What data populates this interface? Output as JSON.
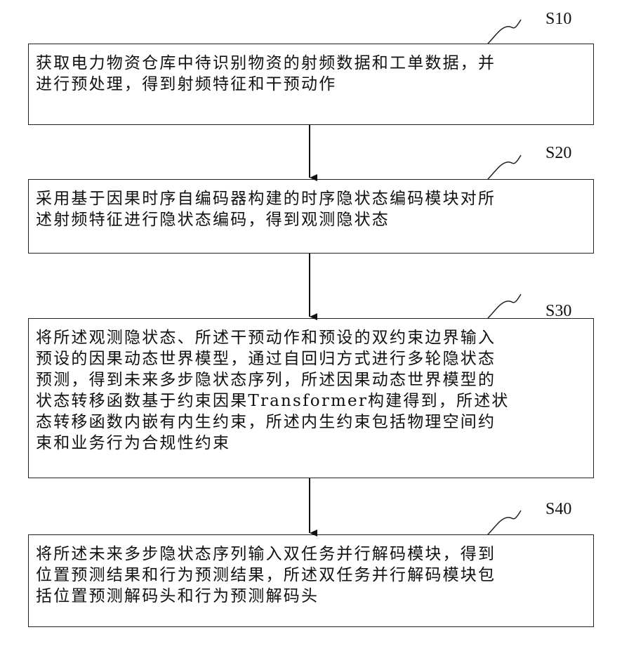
{
  "steps": [
    {
      "label": "S10",
      "text": "获取电力物资仓库中待识别物资的射频数据和工单数据，并\n进行预处理，得到射频特征和干预动作"
    },
    {
      "label": "S20",
      "text": "采用基于因果时序自编码器构建的时序隐状态编码模块对所\n述射频特征进行隐状态编码，得到观测隐状态"
    },
    {
      "label": "S30",
      "text": "将所述观测隐状态、所述干预动作和预设的双约束边界输入\n预设的因果动态世界模型，通过自回归方式进行多轮隐状态\n预测，得到未来多步隐状态序列，所述因果动态世界模型的\n状态转移函数基于约束因果Transformer构建得到，所述状\n态转移函数内嵌有内生约束，所述内生约束包括物理空间约\n束和业务行为合规性约束"
    },
    {
      "label": "S40",
      "text": "将所述未来多步隐状态序列输入双任务并行解码模块，得到\n位置预测结果和行为预测结果，所述双任务并行解码模块包\n括位置预测解码头和行为预测解码头"
    }
  ]
}
